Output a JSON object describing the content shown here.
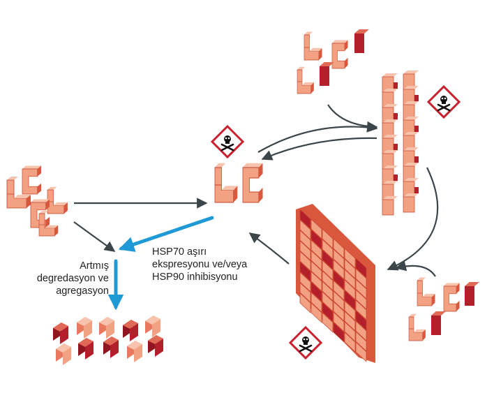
{
  "labels": {
    "degradation": [
      "Artmış",
      "degredasyon ve",
      "agregasyon"
    ],
    "treatment": [
      "HSP70 aşırı",
      "ekspresyonu ve/veya",
      "HSP90 inhibisyonu"
    ]
  },
  "colors": {
    "brick_light": "#f4a98c",
    "brick_mid": "#e8795c",
    "brick_dark": "#c7402b",
    "brick_accent": "#b3202c",
    "arrow_grey": "#3c464a",
    "arrow_blue": "#1f9ad6",
    "hazard_red": "#c8202f"
  },
  "icons": [
    "skull-crossbones-hazard-icon"
  ]
}
